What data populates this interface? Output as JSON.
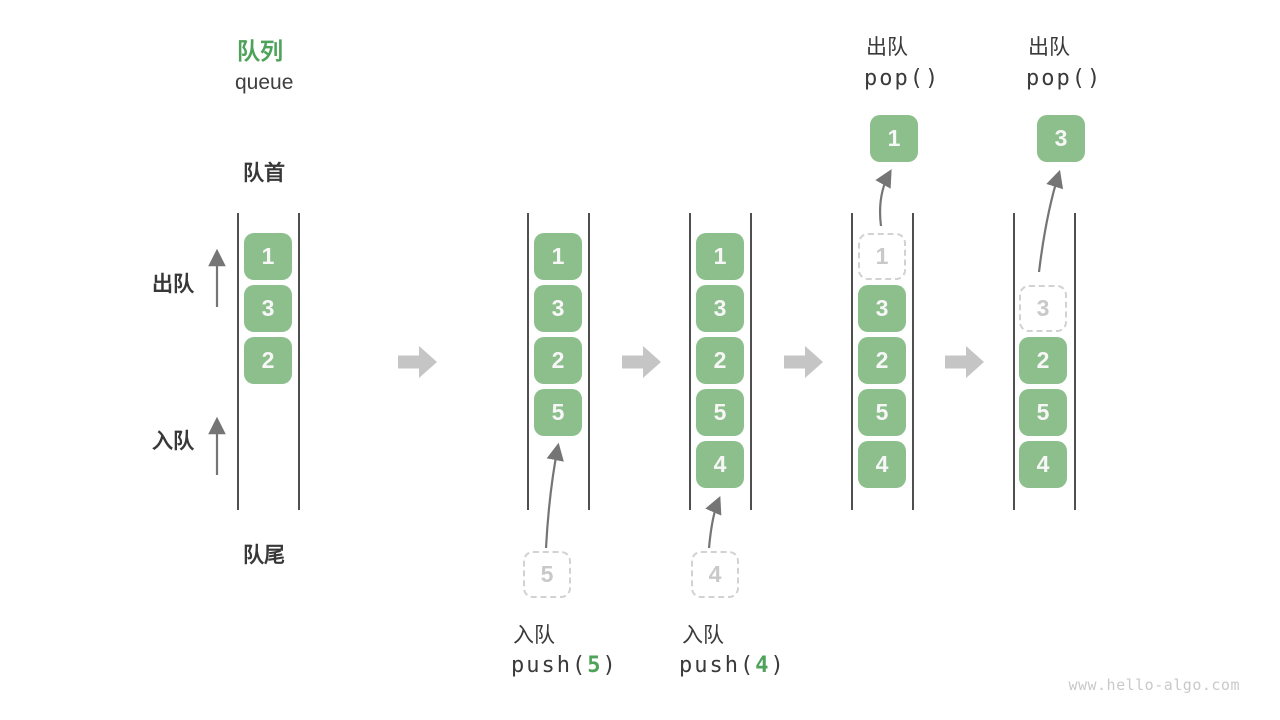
{
  "title": {
    "zh": "队列",
    "en": "queue"
  },
  "labels": {
    "front": "队首",
    "rear": "队尾",
    "dequeue_side": "出队",
    "enqueue_side": "入队"
  },
  "stages": [
    {
      "boxes": [
        {
          "value": "1",
          "state": "solid"
        },
        {
          "value": "3",
          "state": "solid"
        },
        {
          "value": "2",
          "state": "solid"
        }
      ]
    },
    {
      "boxes": [
        {
          "value": "1",
          "state": "solid"
        },
        {
          "value": "3",
          "state": "solid"
        },
        {
          "value": "2",
          "state": "solid"
        },
        {
          "value": "5",
          "state": "solid"
        }
      ]
    },
    {
      "boxes": [
        {
          "value": "1",
          "state": "solid"
        },
        {
          "value": "3",
          "state": "solid"
        },
        {
          "value": "2",
          "state": "solid"
        },
        {
          "value": "5",
          "state": "solid"
        },
        {
          "value": "4",
          "state": "solid"
        }
      ]
    },
    {
      "boxes": [
        {
          "value": "1",
          "state": "ghost"
        },
        {
          "value": "3",
          "state": "solid"
        },
        {
          "value": "2",
          "state": "solid"
        },
        {
          "value": "5",
          "state": "solid"
        },
        {
          "value": "4",
          "state": "solid"
        }
      ]
    },
    {
      "boxes": [
        {
          "value": "3",
          "state": "ghost"
        },
        {
          "value": "2",
          "state": "solid"
        },
        {
          "value": "5",
          "state": "solid"
        },
        {
          "value": "4",
          "state": "solid"
        }
      ]
    }
  ],
  "operations": {
    "push_5": {
      "label": "入队",
      "code_open": "push(",
      "code_arg": "5",
      "code_close": ")",
      "pending_value": "5"
    },
    "push_4": {
      "label": "入队",
      "code_open": "push(",
      "code_arg": "4",
      "code_close": ")",
      "pending_value": "4"
    },
    "pop_1": {
      "label": "出队",
      "code": "pop()",
      "popped_value": "1"
    },
    "pop_3": {
      "label": "出队",
      "code": "pop()",
      "popped_value": "3"
    }
  },
  "icons": {
    "stage_arrow": "right-block-arrow",
    "thin_arrow": "up-arrow"
  },
  "colors": {
    "accent_green": "#4ea25a",
    "box_green": "#8dbf8d",
    "box_text": "#f7f7f7",
    "block_arrow_gray": "#c5c5c5",
    "thin_arrow_gray": "#757575",
    "ghost_gray": "#d2d2d2",
    "text_dark": "#3a3a3a",
    "channel_line": "#4f4f4f",
    "watermark_gray": "#c9c9c9"
  },
  "watermark": "www.hello-algo.com"
}
